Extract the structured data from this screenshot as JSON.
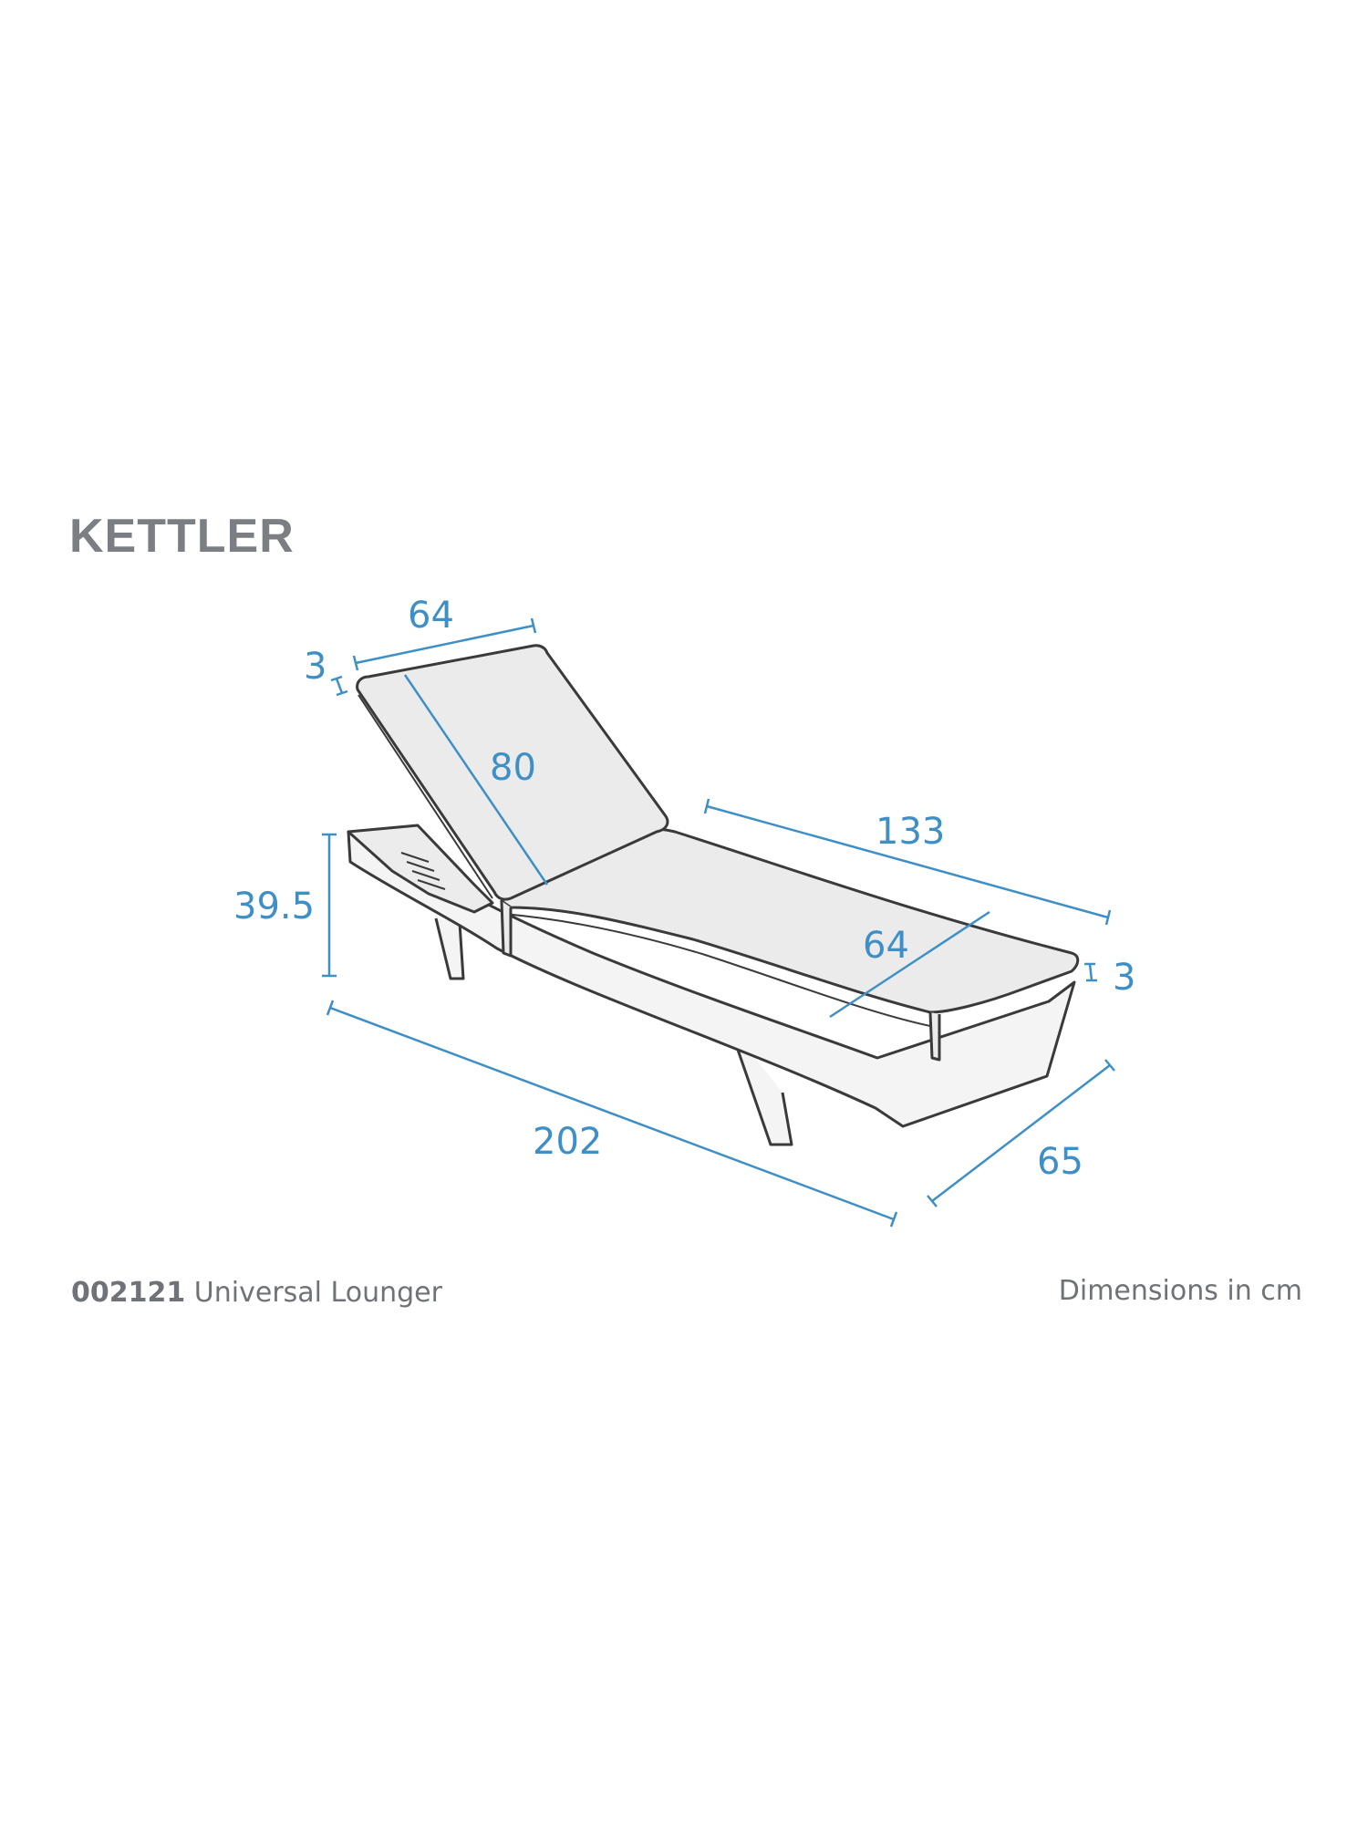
{
  "brand": {
    "name": "KETTLER"
  },
  "product": {
    "code": "002121",
    "name": "Universal Lounger"
  },
  "units_note": "Dimensions in cm",
  "dimensions": {
    "backrest_width": "64",
    "backrest_cushion_thickness": "3",
    "backrest_length": "80",
    "seat_length": "133",
    "height": "39.5",
    "seat_width": "64",
    "seat_cushion_thickness": "3",
    "overall_length": "202",
    "overall_width": "65"
  },
  "colors": {
    "dimension_blue": "#3e8fc6",
    "outline": "#3a3a3a",
    "cushion_fill": "#ebebeb",
    "text_grey": "#6f7377"
  }
}
